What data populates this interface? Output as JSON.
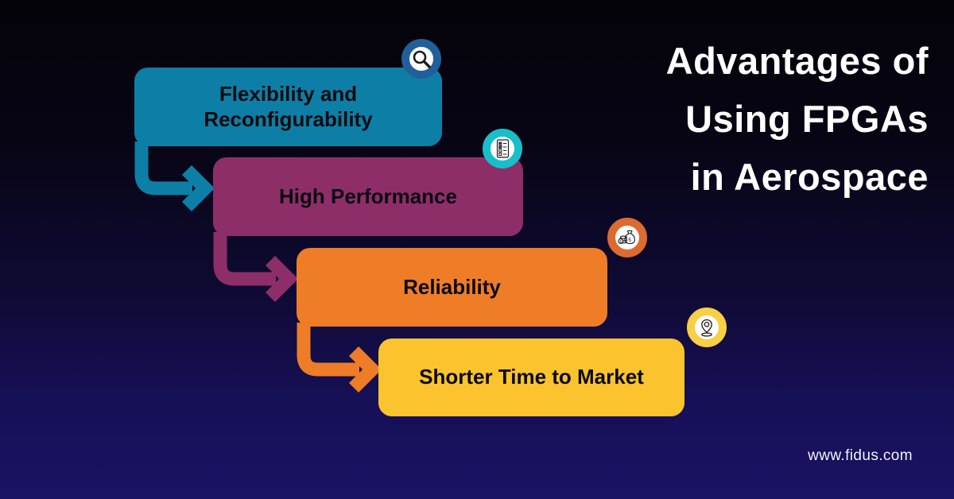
{
  "title": {
    "lines": [
      "Advantages of",
      "Using FPGAs",
      "in Aerospace"
    ]
  },
  "steps": [
    {
      "label": "Flexibility and Reconfigurability",
      "box_color": "#0d7fa6",
      "icon": "magnifier-icon",
      "icon_ring_color": "#20609a"
    },
    {
      "label": "High Performance",
      "box_color": "#8e2e69",
      "icon": "checklist-icon",
      "icon_ring_color": "#18bfcb"
    },
    {
      "label": "Reliability",
      "box_color": "#ef7c27",
      "icon": "money-bags-icon",
      "icon_ring_color": "#dd6a31"
    },
    {
      "label": "Shorter Time to Market",
      "box_color": "#fbc32d",
      "icon": "location-pin-icon",
      "icon_ring_color": "#f8cf45"
    }
  ],
  "website": "www.fidus.com",
  "colors": {
    "background_top": "#040309",
    "background_bottom": "#1a1263",
    "title_text": "#ffffff",
    "box_text": "#0a0a10",
    "icon_glyph": "#1c1c1c"
  }
}
